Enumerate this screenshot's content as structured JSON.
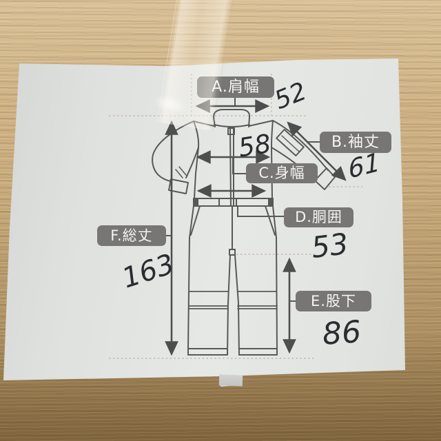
{
  "scene": {
    "type": "photo",
    "subject": "Coverall size-measurement diagram printed on paper, taped to a wooden table, with handwritten measurements in pen"
  },
  "measurements": [
    {
      "id": "A",
      "label": "A.肩幅",
      "value": "52"
    },
    {
      "id": "B",
      "label": "B.袖丈",
      "value": "61"
    },
    {
      "id": "C",
      "label": "C.身幅",
      "value": "58"
    },
    {
      "id": "D",
      "label": "D.胴囲",
      "value": "53"
    },
    {
      "id": "E",
      "label": "E.股下",
      "value": "86"
    },
    {
      "id": "F",
      "label": "F.総丈",
      "value": "163"
    }
  ],
  "colors": {
    "wood": "#c2a171",
    "paper": "#e2e4e2",
    "label_background": "#777675",
    "label_text": "#f4f4f2",
    "diagram_line": "#585858",
    "dashed_guide": "#c9b8af",
    "handwriting_ink": "#2b2b30"
  }
}
